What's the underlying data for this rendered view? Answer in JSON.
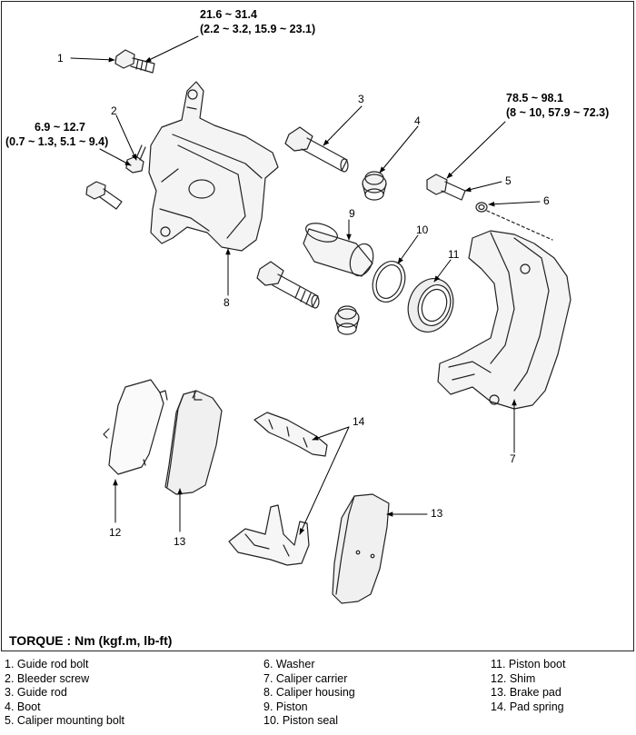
{
  "torque_specs": {
    "guide_rod_bolt": {
      "value": "21.6 ~ 31.4",
      "conversions": "(2.2 ~ 3.2, 15.9 ~ 23.1)"
    },
    "bleeder_screw": {
      "value": "6.9 ~ 12.7",
      "conversions": "(0.7 ~ 1.3, 5.1 ~ 9.4)"
    },
    "caliper_mounting_bolt": {
      "value": "78.5 ~ 98.1",
      "conversions": "(8 ~ 10, 57.9 ~ 72.3)"
    }
  },
  "callouts": [
    "1",
    "2",
    "3",
    "4",
    "5",
    "6",
    "7",
    "8",
    "9",
    "10",
    "11",
    "12",
    "13",
    "13",
    "14"
  ],
  "torque_unit_label": "TORQUE : Nm (kgf.m, lb-ft)",
  "legend": {
    "col1": [
      "1. Guide rod bolt",
      "2. Bleeder screw",
      "3. Guide rod",
      "4. Boot",
      "5. Caliper mounting bolt"
    ],
    "col2": [
      "6. Washer",
      "7. Caliper carrier",
      "8. Caliper housing",
      "9. Piston",
      "10. Piston seal"
    ],
    "col3": [
      "11. Piston boot",
      "12. Shim",
      "13. Brake pad",
      "14. Pad spring"
    ]
  }
}
